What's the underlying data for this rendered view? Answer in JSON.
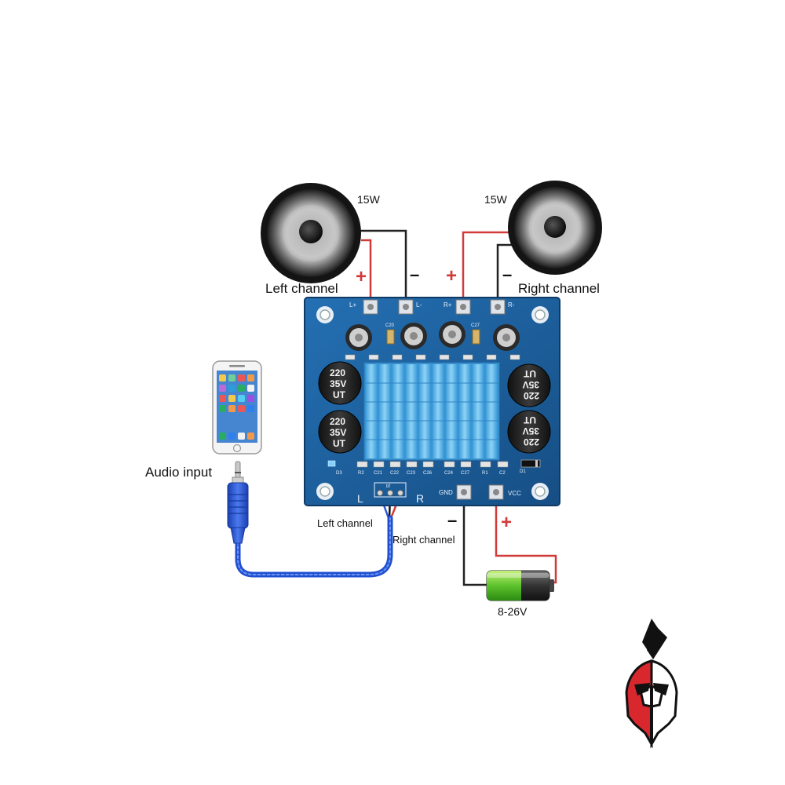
{
  "speakers": {
    "left": {
      "power": "15W",
      "label": "Left channel"
    },
    "right": {
      "power": "15W",
      "label": "Right channel"
    }
  },
  "polarity": {
    "plus": "+",
    "minus": "–"
  },
  "board": {
    "terminals": {
      "l_plus": "L+",
      "l_minus": "L-",
      "r_plus": "R+",
      "r_minus": "R-",
      "gnd": "GND",
      "vcc": "VCC"
    },
    "input_left": "L",
    "input_right": "R",
    "capacitors": {
      "line1": "220",
      "line2": "35V",
      "line3": "UT"
    },
    "silkscreen": [
      "R2",
      "C21",
      "C22",
      "C23",
      "C26",
      "C24",
      "C27",
      "R1",
      "C2"
    ],
    "led": "D3",
    "small_caps": [
      "C20",
      "C27"
    ],
    "diode": "D1",
    "header": "bf"
  },
  "audio": {
    "input_label": "Audio input",
    "left_label": "Left channel",
    "right_label": "Right channel"
  },
  "battery": {
    "voltage": "8-26V"
  },
  "colors": {
    "board": "#1d5d97",
    "wire_red": "#d23a3a",
    "wire_black": "#222222",
    "heatsink": "#5cb6e8",
    "cable": "#1f4fd0",
    "logo_red": "#d8282e"
  }
}
